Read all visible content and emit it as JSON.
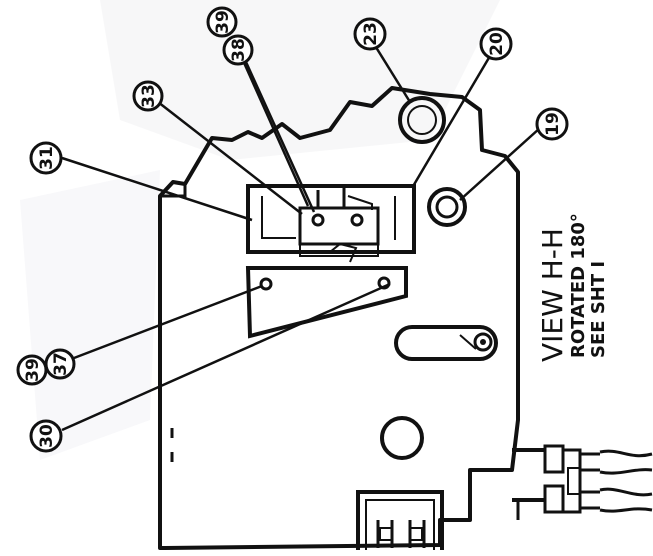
{
  "drawing": {
    "view_title": "VIEW H-H",
    "rotation_note": "ROTATED 180°",
    "sheet_note": "SEE SHT I"
  },
  "callouts": [
    {
      "id": "39a",
      "label": "39"
    },
    {
      "id": "38",
      "label": "38"
    },
    {
      "id": "33",
      "label": "33"
    },
    {
      "id": "23",
      "label": "23"
    },
    {
      "id": "20",
      "label": "20"
    },
    {
      "id": "19",
      "label": "19"
    },
    {
      "id": "31",
      "label": "31"
    },
    {
      "id": "39b",
      "label": "39"
    },
    {
      "id": "37",
      "label": "37"
    },
    {
      "id": "30",
      "label": "30"
    }
  ]
}
